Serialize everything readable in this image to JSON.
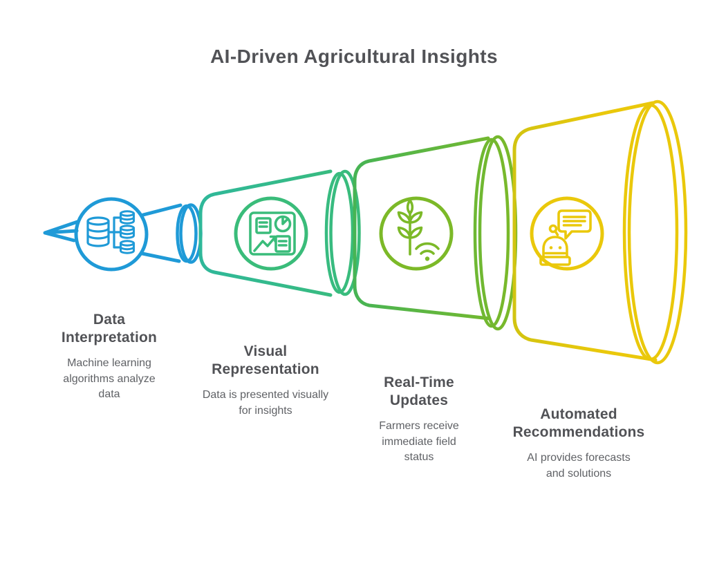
{
  "title": "AI-Driven Agricultural Insights",
  "palette": {
    "blue": "#1f9ad7",
    "teal_green": "#2fb89a",
    "green": "#3abc7a",
    "mid_green": "#46b455",
    "yellow_green": "#7cb928",
    "olive_yellow": "#d2c411",
    "yellow": "#eac80b",
    "heading_text": "#515256",
    "body_text": "#5f6165"
  },
  "stages": [
    {
      "title": "Data Interpretation",
      "description": "Machine learning algorithms analyze data",
      "color": "#1f9ad7",
      "icon": "database-tree-icon"
    },
    {
      "title": "Visual Representation",
      "description": "Data is presented visually for insights",
      "color": "#3abc7a",
      "icon": "dashboard-charts-icon"
    },
    {
      "title": "Real-Time Updates",
      "description": "Farmers receive immediate field status",
      "color": "#7cb928",
      "icon": "plant-wifi-icon"
    },
    {
      "title": "Automated Recommendations",
      "description": "AI provides forecasts and solutions",
      "color": "#eac80b",
      "icon": "robot-chat-icon"
    }
  ]
}
